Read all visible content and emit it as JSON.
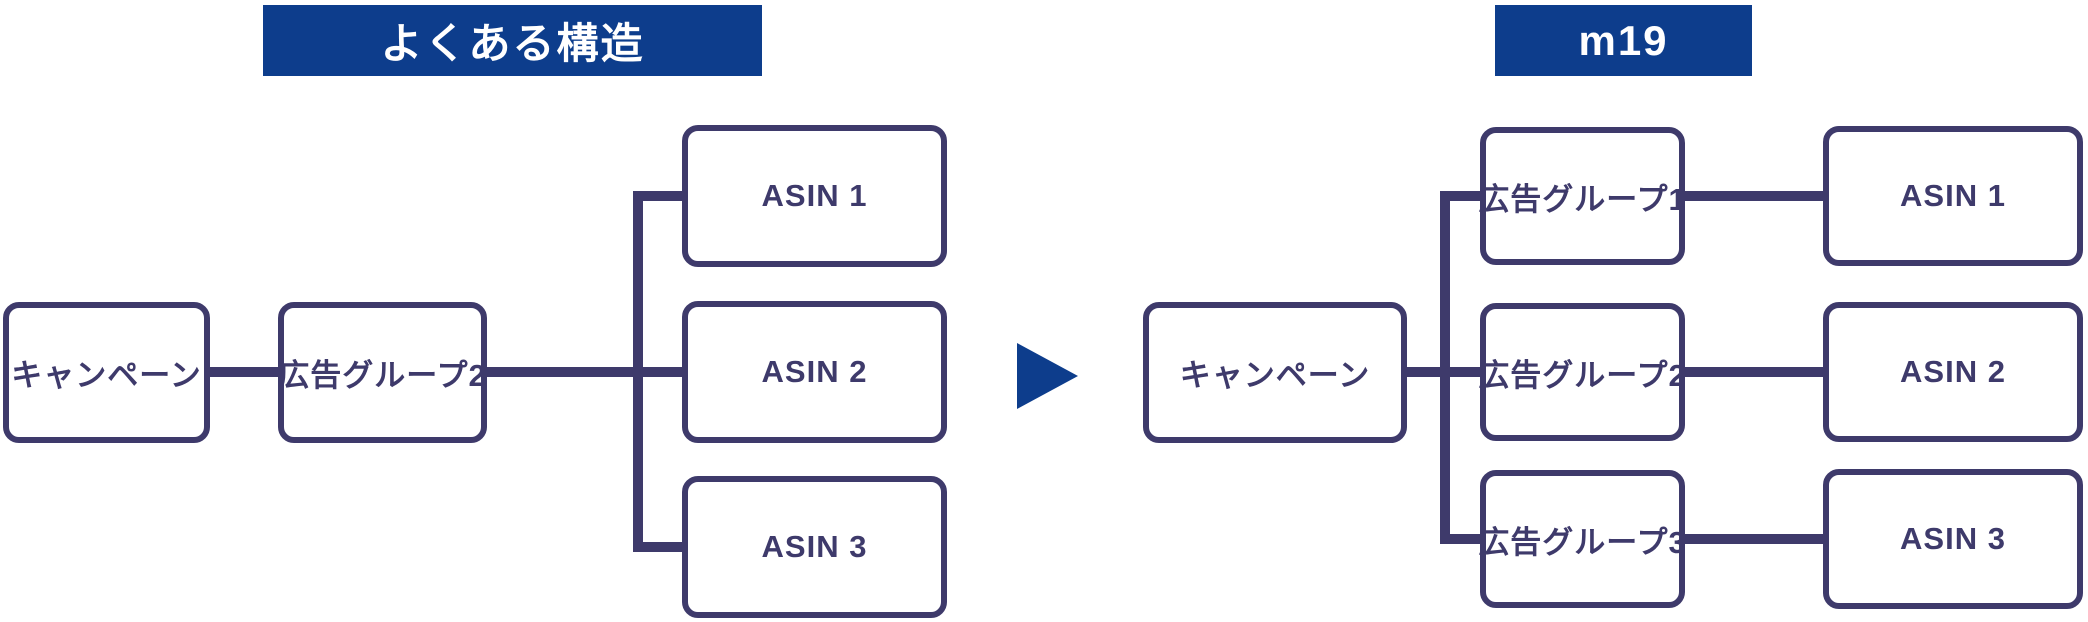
{
  "colors": {
    "accent_blue": "#0d3d8c",
    "line_navy": "#3e3a6b",
    "banner_text": "#ffffff",
    "background": "#ffffff"
  },
  "left_diagram": {
    "title": "よくある構造",
    "campaign_label": "キャンペーン",
    "ad_group_label": "広告グループ2",
    "asins": [
      "ASIN 1",
      "ASIN 2",
      "ASIN 3"
    ]
  },
  "arrow_icon": "right-triangle",
  "right_diagram": {
    "title": "m19",
    "campaign_label": "キャンペーン",
    "ad_groups": [
      "広告グループ1",
      "広告グループ2",
      "広告グループ3"
    ],
    "asins": [
      "ASIN 1",
      "ASIN 2",
      "ASIN 3"
    ]
  }
}
